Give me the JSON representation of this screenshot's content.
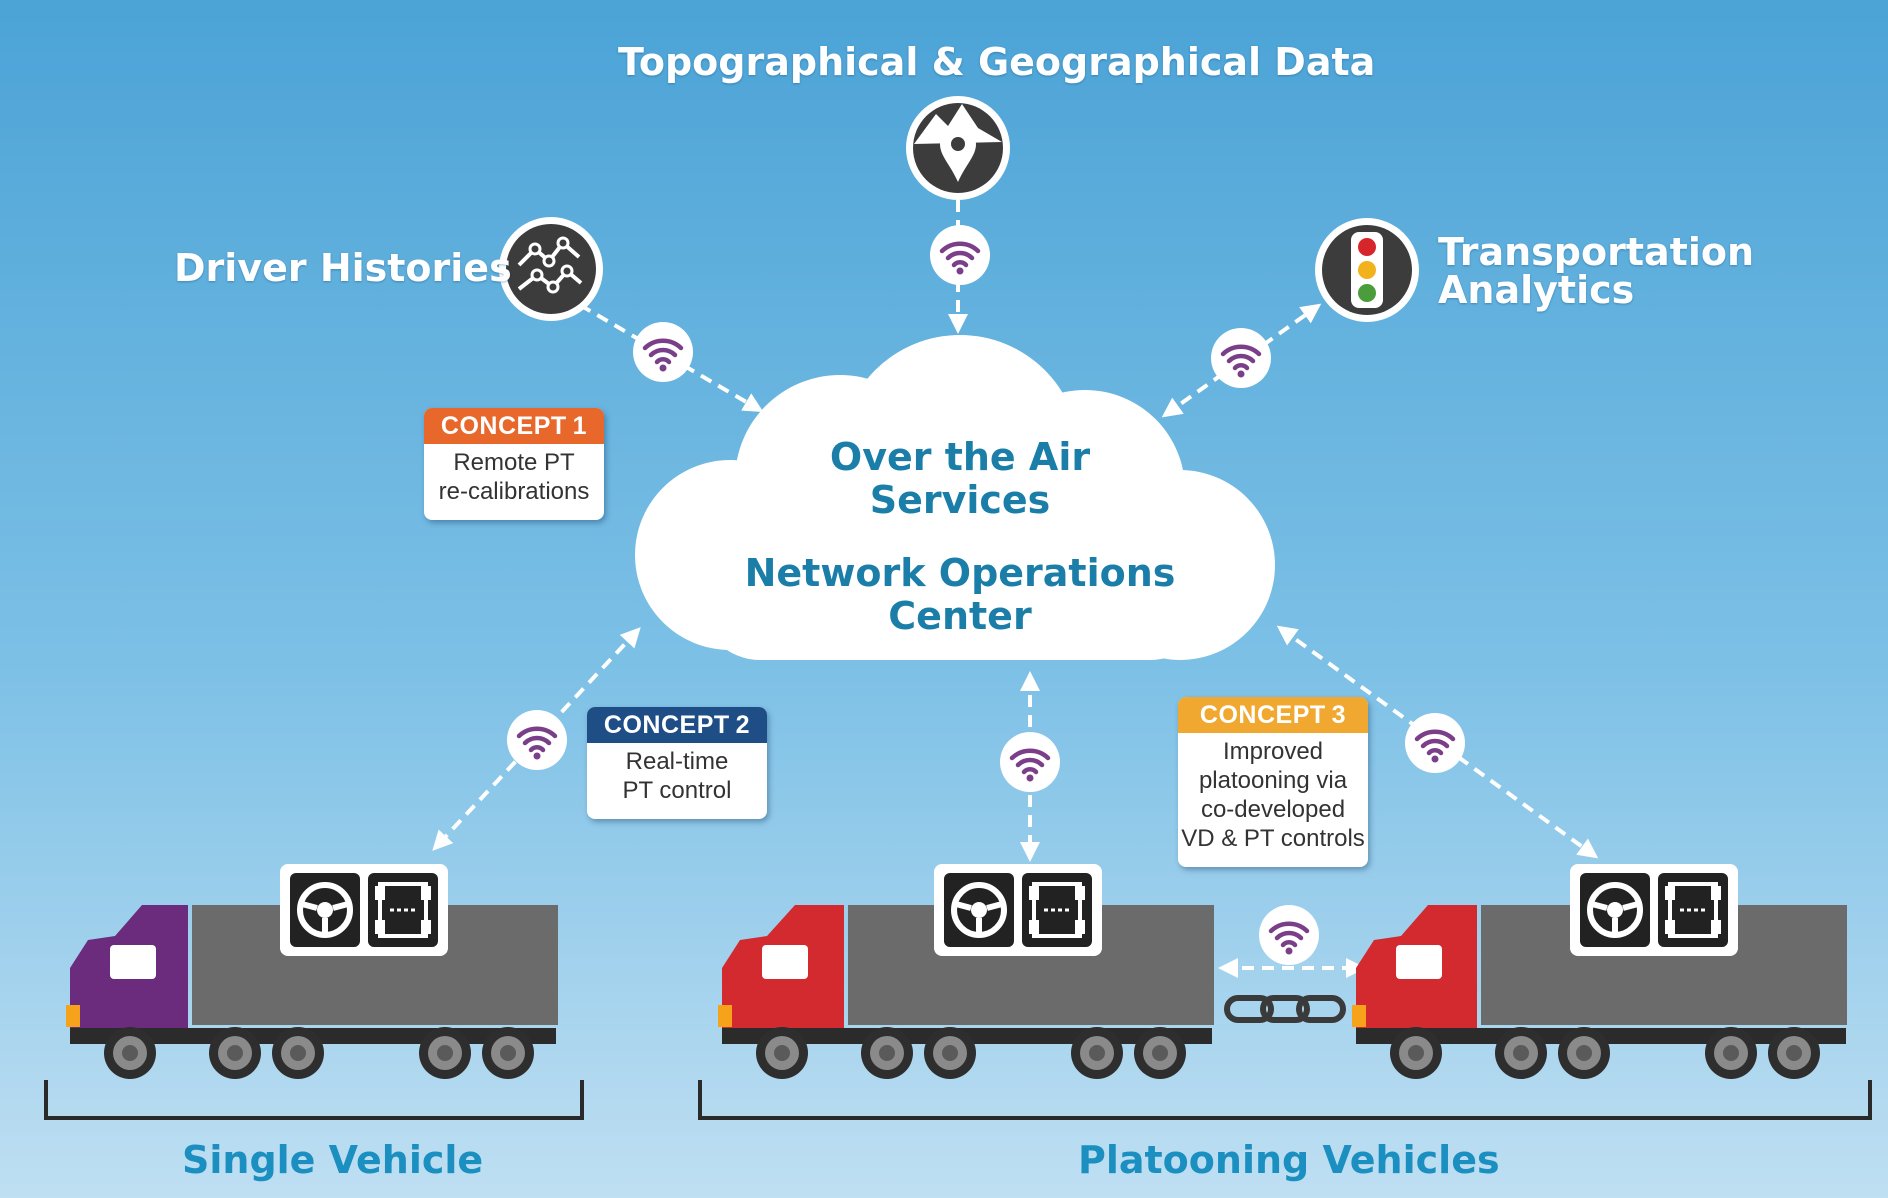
{
  "sources": {
    "top": {
      "label": "Topographical & Geographical Data",
      "icon": "mountain-location-icon"
    },
    "left": {
      "label": "Driver Histories",
      "icon": "line-graph-icon"
    },
    "right": {
      "label_line1": "Transportation",
      "label_line2": "Analytics",
      "icon": "traffic-light-icon"
    }
  },
  "cloud": {
    "line1": "Over the Air",
    "line2": "Services",
    "line3": "Network Operations",
    "line4": "Center"
  },
  "concepts": [
    {
      "label": "CONCEPT",
      "number": "1",
      "line1": "Remote PT",
      "line2": "re-calibrations",
      "color": "#e8672a"
    },
    {
      "label": "CONCEPT",
      "number": "2",
      "line1": "Real-time",
      "line2": "PT control",
      "color": "#1f4e86"
    },
    {
      "label": "CONCEPT",
      "number": "3",
      "line1": "Improved",
      "line2": "platooning via",
      "line3": "co-developed",
      "line4": "VD & PT controls",
      "color": "#f0a830"
    }
  ],
  "groups": {
    "single": "Single Vehicle",
    "platoon": "Platooning Vehicles"
  },
  "colors": {
    "background_top": "#4ba3d6",
    "background_bottom": "#b9dcf0",
    "truck_purple": "#6b2c7d",
    "truck_red": "#d22a2e",
    "trailer_gray": "#6b6b6b",
    "wifi_purple": "#7b3f8a"
  },
  "icons": [
    "wifi-icon",
    "steering-wheel-icon",
    "chassis-icon",
    "chain-link-icon"
  ]
}
